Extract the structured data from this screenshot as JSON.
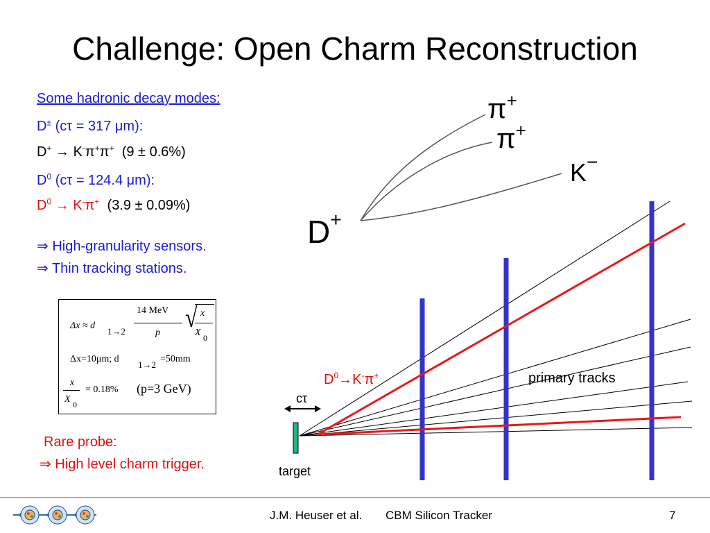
{
  "title": "Challenge: Open Charm Reconstruction",
  "decay_modes": {
    "heading": "Some hadronic decay modes:",
    "dplus_header": {
      "main": "D",
      "sup": "±",
      "rest": " (cτ = 317 μm):"
    },
    "dplus_decay": {
      "lhs": "D",
      "lhs_sup": "+",
      "arrow": " → K",
      "k_sup": "-",
      "pi1": "π",
      "pi1_sup": "+",
      "pi2": "π",
      "pi2_sup": "+",
      "br": "(9 ± 0.6%)"
    },
    "dzero_header": {
      "main": "D",
      "sup": "0",
      "rest": " (cτ = 124.4 μm):"
    },
    "dzero_decay": {
      "lhs": "D",
      "lhs_sup": "0",
      "arrow": " → K",
      "k_sup": "-",
      "pi1": "π",
      "pi1_sup": "+",
      "br": "(3.9 ± 0.09%)"
    }
  },
  "requirements": [
    "⇒ High-granularity sensors.",
    "⇒ Thin tracking stations."
  ],
  "formula_box": {
    "line1": {
      "dx": "Δx ≈ d",
      "sub": "1→2",
      "num": "14 MeV",
      "den": "p",
      "sqrt_num": "x",
      "sqrt_den": "X",
      "sqrt_den_sub": "0"
    },
    "line2": {
      "text": "Δx=10μm; d",
      "sub": "1→2",
      "rest": "=50mm"
    },
    "line3": {
      "num": "x",
      "den": "X",
      "den_sub": "0",
      "rest": "= 0.18%",
      "paren": "(p=3  GeV)"
    }
  },
  "rare_probe": {
    "line1": "Rare probe:",
    "line2": "⇒ High level charm trigger."
  },
  "diagram": {
    "decay_labels": {
      "pi1": "π",
      "pi1_sup": "+",
      "pi2": "π",
      "pi2_sup": "+",
      "k": "K",
      "k_sup": "−",
      "d": "D",
      "d_sup": "+"
    },
    "dzero_label": {
      "d": "D",
      "d_sup": "0",
      "arrow": "→K",
      "k_sup": "-",
      "pi": "π",
      "pi_sup": "+"
    },
    "primary_tracks": "primary tracks",
    "ctau": "cτ",
    "target": "target",
    "colors": {
      "stations": "#3333cc",
      "decay_tracks": "#e81818",
      "target": "#22b583"
    }
  },
  "footer": {
    "author": "J.M. Heuser et al.",
    "project": "CBM Silicon Tracker",
    "page": "7"
  }
}
